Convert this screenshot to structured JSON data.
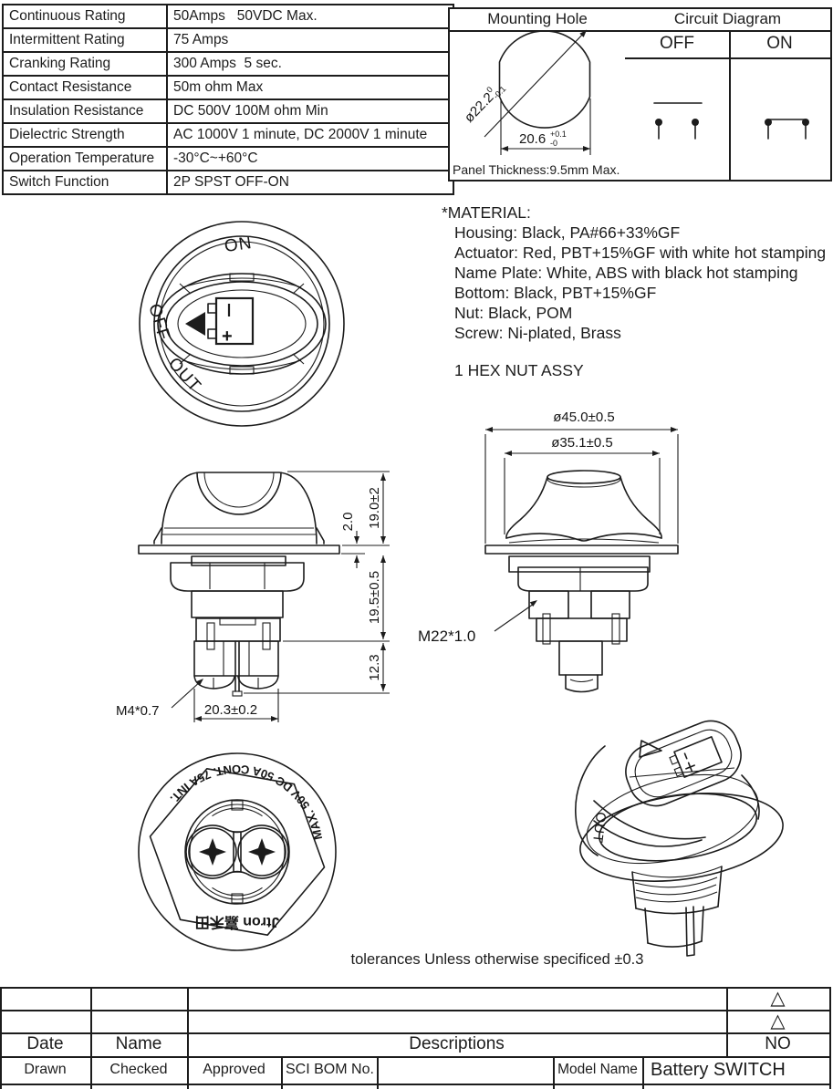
{
  "spec_table": {
    "rows": [
      {
        "label": "Continuous Rating",
        "value": "50Amps   50VDC Max."
      },
      {
        "label": "Intermittent Rating",
        "value": "75 Amps"
      },
      {
        "label": "Cranking Rating",
        "value": "300 Amps  5 sec."
      },
      {
        "label": "Contact Resistance",
        "value": "50m ohm Max"
      },
      {
        "label": "Insulation Resistance",
        "value": "DC 500V 100M ohm Min"
      },
      {
        "label": "Dielectric Strength",
        "value": "AC 1000V 1 minute, DC 2000V 1 minute"
      },
      {
        "label": "Operation Temperature",
        "value": "-30°C~+60°C"
      },
      {
        "label": "Switch Function",
        "value": "2P SPST OFF-ON"
      }
    ]
  },
  "mounting_hole": {
    "title": "Mounting Hole",
    "dia": "ø22.2",
    "dia_tol_upper": "0",
    "dia_tol_lower": "-0.1",
    "width": "20.6",
    "width_tol_upper": "+0.1",
    "width_tol_lower": "-0",
    "panel_note": "Panel Thickness:9.5mm Max."
  },
  "circuit_diagram": {
    "title": "Circuit Diagram",
    "off_label": "OFF",
    "on_label": "ON"
  },
  "material": {
    "heading": "*MATERIAL:",
    "lines": [
      "Housing: Black, PA#66+33%GF",
      "Actuator: Red, PBT+15%GF with white hot stamping",
      "Name Plate: White, ABS with black hot stamping",
      "Bottom: Black, PBT+15%GF",
      "Nut: Black, POM",
      "Screw: Ni-plated, Brass"
    ],
    "assembly_note": "1 HEX NUT ASSY"
  },
  "top_view": {
    "on_label": "ON",
    "off_label": "OFF",
    "out_label": "OUT",
    "battery_plus": "+"
  },
  "front_view": {
    "dim_flange_thickness": "2.0",
    "dim_knob_height": "19.0±2",
    "dim_body_height": "19.5±0.5",
    "dim_terminal_height": "12.3",
    "screw_thread": "M4*0.7",
    "dim_terminal_width": "20.3±0.2"
  },
  "side_view": {
    "dim_outer_dia": "ø45.0±0.5",
    "dim_knob_dia": "ø35.1±0.5",
    "bushing_thread": "M22*1.0"
  },
  "bottom_view": {
    "rating_text": "MAX. 50V DC  50A CONT.  75A INT.",
    "logo_text": "Jtron 嘉禾田"
  },
  "iso_view": {
    "out_label": "OUT"
  },
  "notes": {
    "tolerance": "tolerances Unless otherwise specificed ±0.3"
  },
  "title_block": {
    "date": "Date",
    "name": "Name",
    "descriptions": "Descriptions",
    "no": "NO",
    "drawn": "Drawn",
    "checked": "Checked",
    "approved": "Approved",
    "sci_bom_no": "SCI BOM No.",
    "model_name": "Model Name",
    "model_value": "Battery SWITCH",
    "revision_mark": "△"
  }
}
